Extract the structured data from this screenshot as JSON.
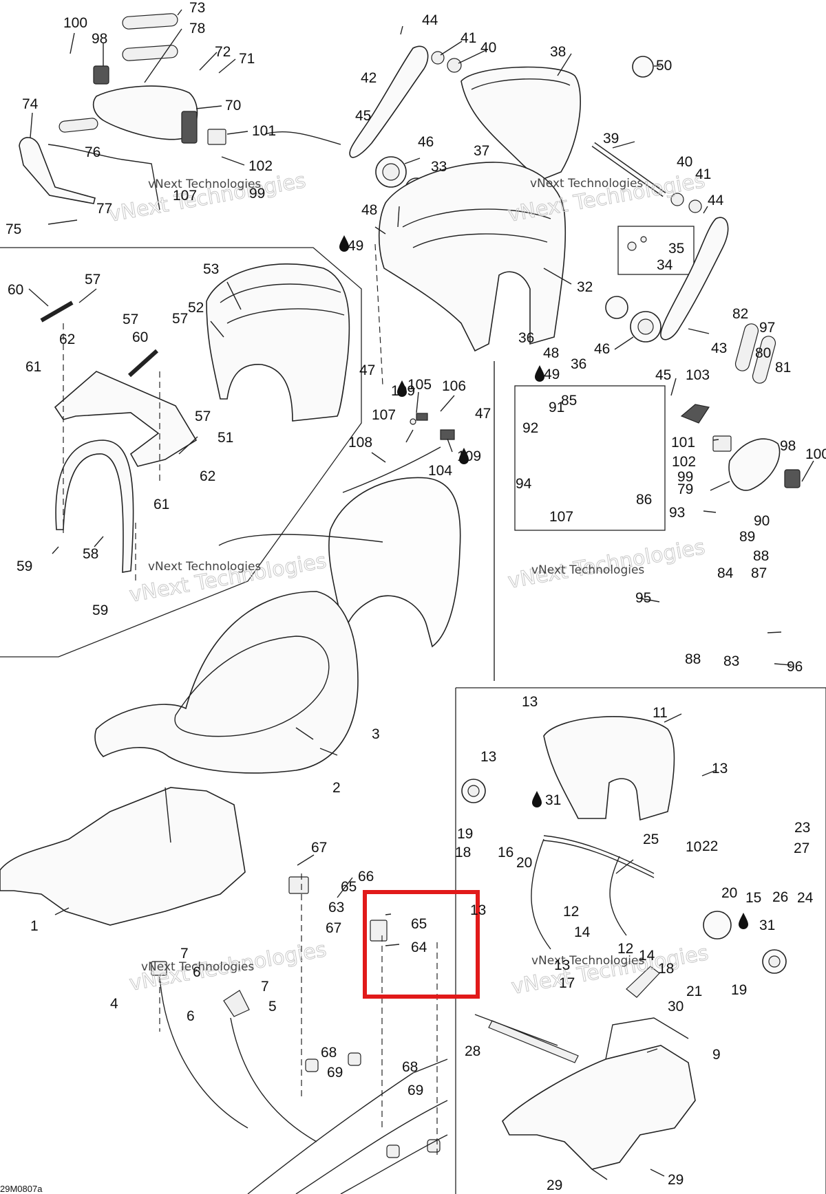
{
  "diagram": {
    "callouts": [
      "100",
      "98",
      "73",
      "78",
      "72",
      "71",
      "70",
      "74",
      "76",
      "101",
      "102",
      "107",
      "99",
      "77",
      "75",
      "44",
      "42",
      "41",
      "40",
      "38",
      "50",
      "45",
      "46",
      "37",
      "33",
      "39",
      "40",
      "41",
      "44",
      "35",
      "34",
      "48",
      "49",
      "32",
      "36",
      "47",
      "48",
      "36",
      "49",
      "82",
      "97",
      "80",
      "81",
      "43",
      "46",
      "45",
      "103",
      "60",
      "57",
      "53",
      "52",
      "57",
      "62",
      "60",
      "57",
      "61",
      "57",
      "51",
      "62",
      "61",
      "59",
      "58",
      "59",
      "109",
      "105",
      "106",
      "107",
      "108",
      "104",
      "109",
      "47",
      "91",
      "85",
      "92",
      "94",
      "86",
      "107",
      "101",
      "98",
      "100",
      "102",
      "99",
      "79",
      "93",
      "90",
      "89",
      "88",
      "87",
      "84",
      "95",
      "83",
      "88",
      "96",
      "3",
      "2",
      "13",
      "11",
      "13",
      "13",
      "31",
      "19",
      "18",
      "16",
      "20",
      "13",
      "25",
      "10",
      "22",
      "23",
      "27",
      "26",
      "24",
      "20",
      "15",
      "31",
      "12",
      "14",
      "12",
      "14",
      "13",
      "17",
      "18",
      "21",
      "19",
      "30",
      "9",
      "28",
      "29",
      "29",
      "1",
      "67",
      "66",
      "65",
      "63",
      "67",
      "65",
      "64",
      "7",
      "6",
      "4",
      "6",
      "7",
      "5",
      "68",
      "69",
      "68",
      "69"
    ],
    "watermark": "vNext Technologies",
    "drawing_code": "29M0807a"
  }
}
